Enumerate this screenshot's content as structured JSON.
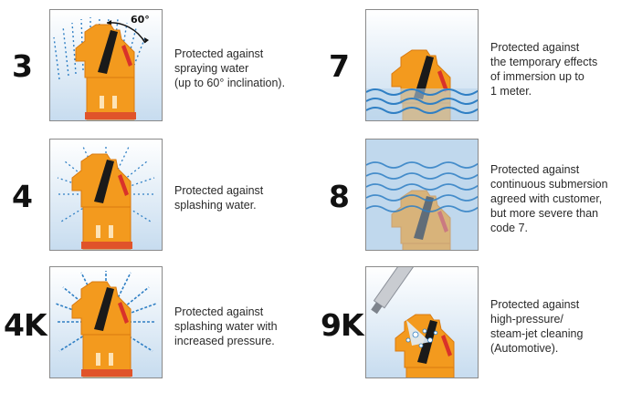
{
  "ratings": [
    {
      "code": "3",
      "description": [
        "Protected against",
        "spraying water",
        "(up to 60° inclination)."
      ],
      "angle_label": "60°"
    },
    {
      "code": "4",
      "description": [
        "Protected against",
        "splashing water."
      ]
    },
    {
      "code": "4K",
      "description": [
        "Protected against",
        "splashing water with",
        "increased pressure."
      ]
    },
    {
      "code": "7",
      "description": [
        "Protected against",
        "the temporary effects",
        "of immersion up to",
        "1 meter."
      ]
    },
    {
      "code": "8",
      "description": [
        "Protected against",
        "continuous submersion",
        "agreed with customer,",
        "but more severe than",
        "code 7."
      ]
    },
    {
      "code": "9K",
      "description": [
        "Protected against",
        "high-pressure/",
        "steam-jet cleaning",
        "(Automotive)."
      ]
    }
  ],
  "colors": {
    "device_orange": "#f39a1e",
    "device_dark": "#1a1a1a",
    "device_red": "#d9322a",
    "water_blue": "#2f7fc4",
    "sky_gradient_bottom": "#c7dcef"
  },
  "icons": [
    "spray-water-icon",
    "splash-water-icon",
    "high-pressure-splash-icon",
    "immersion-icon",
    "submersion-icon",
    "steam-jet-icon"
  ]
}
